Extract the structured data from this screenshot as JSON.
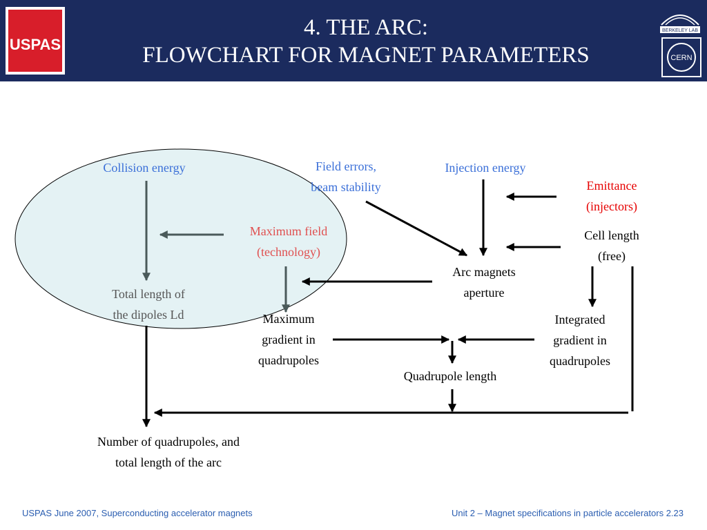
{
  "header": {
    "title_line1": "4. THE ARC:",
    "title_line2": "FLOWCHART FOR MAGNET PARAMETERS",
    "logo_left_text": "USPAS",
    "logo_right_top_text": "BERKELEY LAB",
    "logo_right_bottom_text": "CERN"
  },
  "diagram": {
    "nodes": {
      "collision_energy": [
        "Collision energy"
      ],
      "field_errors": [
        "Field errors,",
        "beam stability"
      ],
      "injection_energy": [
        "Injection energy"
      ],
      "emittance": [
        "Emittance",
        "(injectors)"
      ],
      "cell_length": [
        "Cell length",
        "(free)"
      ],
      "maximum_field": [
        "Maximum field",
        "(technology)"
      ],
      "arc_magnets_aperture": [
        "Arc magnets",
        "aperture"
      ],
      "total_length_dipoles": [
        "Total length of",
        "the dipoles Ld"
      ],
      "max_gradient": [
        "Maximum",
        "gradient in",
        "quadrupoles"
      ],
      "integrated_gradient": [
        "Integrated",
        "gradient in",
        "quadrupoles"
      ],
      "quadrupole_length": [
        "Quadrupole length"
      ],
      "number_of_quadrupoles": [
        "Number of quadrupoles, and",
        "total length of the arc"
      ]
    }
  },
  "footer": {
    "left": "USPAS June  2007,  Superconducting accelerator magnets",
    "right": "Unit 2 – Magnet specifications in particle accelerators 2.23"
  }
}
